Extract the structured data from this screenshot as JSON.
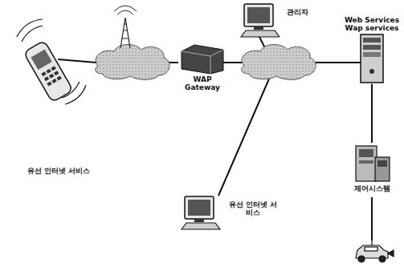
{
  "diagram": {
    "nodes": [
      {
        "text": [
          "관리자"
        ]
      },
      {
        "text": [
          "Web Services Wap services"
        ]
      },
      {
        "text": [
          "WAP Gateway"
        ]
      },
      {
        "text": [
          "유선 인터넷 서비스"
        ]
      },
      {
        "text": [
          "유선 인터넷 서비스"
        ]
      },
      {
        "text": [
          "제어시스템"
        ]
      }
    ],
    "edges": [
      {
        "from": 1,
        "to": 5,
        "arrow": "none"
      }
    ]
  }
}
